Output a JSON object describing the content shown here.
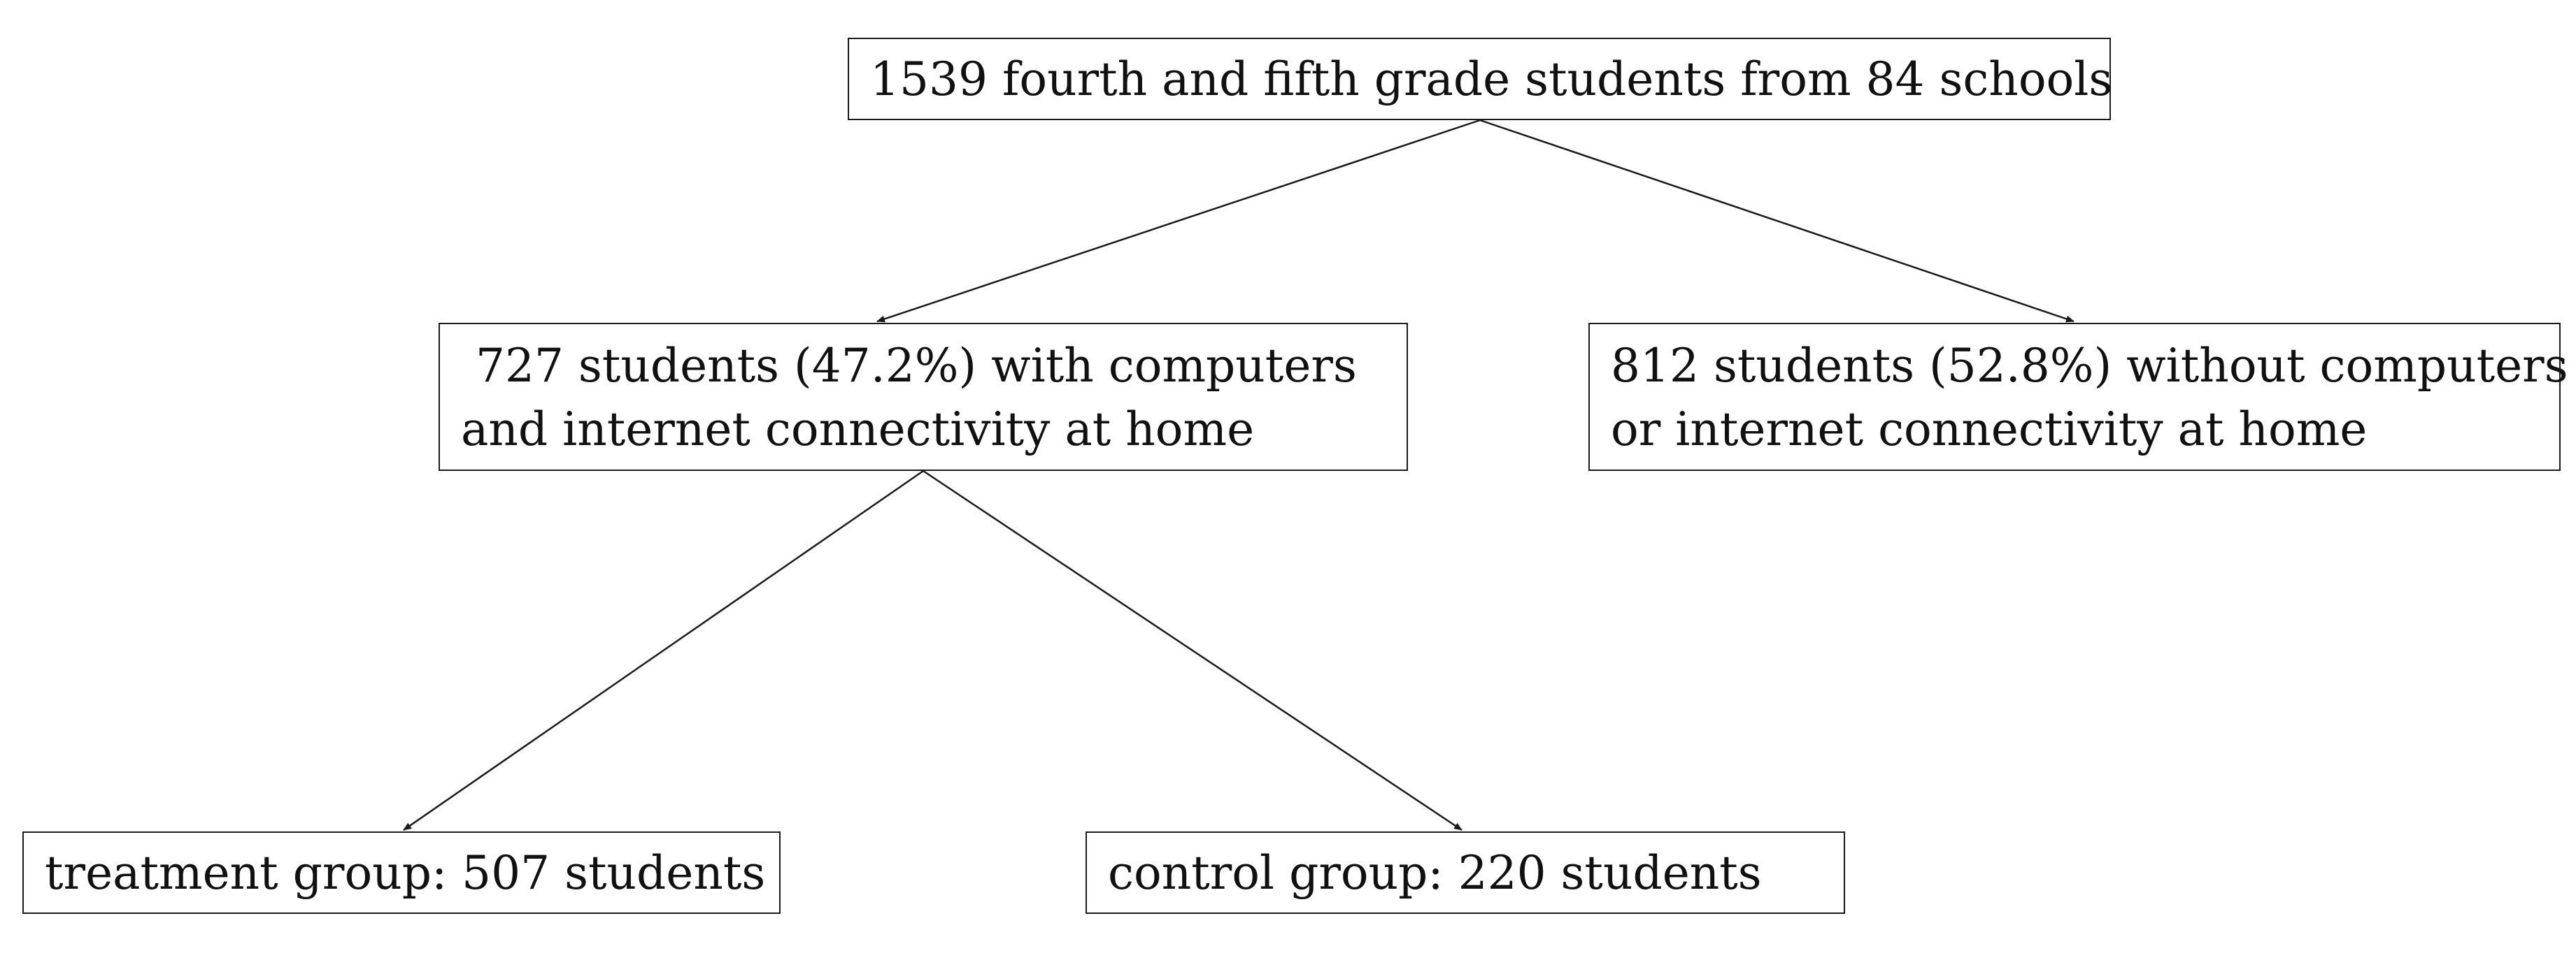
{
  "nodes": {
    "root": {
      "lines": [
        "1539 fourth and fifth grade students from 84 schools"
      ]
    },
    "with_access": {
      "lines": [
        " 727 students (47.2%) with computers",
        "and internet connectivity at home"
      ]
    },
    "without_access": {
      "lines": [
        "812 students (52.8%) without computers",
        "or internet connectivity at home"
      ]
    },
    "treatment": {
      "lines": [
        "treatment group: 507 students"
      ]
    },
    "control": {
      "lines": [
        "control group: 220 students"
      ]
    }
  },
  "edges": [
    {
      "from": "root",
      "to": "with_access"
    },
    {
      "from": "root",
      "to": "without_access"
    },
    {
      "from": "with_access",
      "to": "treatment"
    },
    {
      "from": "with_access",
      "to": "control"
    }
  ],
  "colors": {
    "stroke": "#1a1a1a",
    "text": "#111111",
    "background": "#ffffff"
  }
}
